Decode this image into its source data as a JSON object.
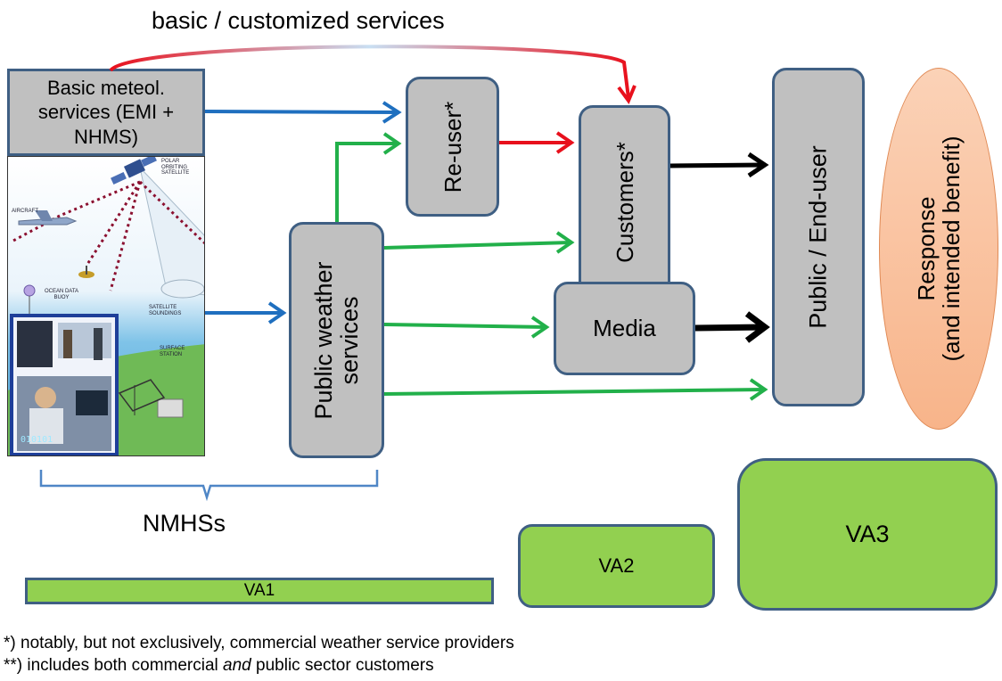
{
  "title": "basic / customized services",
  "boxes": {
    "basic": "Basic meteol. services (EMI + NHMS)",
    "reuser": "Re-user*",
    "customers": "Customers*",
    "public_weather": "Public weather services",
    "media": "Media",
    "public_end_user": "Public / End-user",
    "response_line1": "Response",
    "response_line2": "(and intended benefit)"
  },
  "image_labels": {
    "aircraft": "AIRCRAFT",
    "orbiting": "POLAR ORBITING SATELLITE",
    "buoy": "OCEAN DATA BUOY",
    "soundings": "SATELLITE SOUNDINGS",
    "surface": "SURFACE STATION"
  },
  "nmhs": "NMHSs",
  "va": {
    "va1": "VA1",
    "va2": "VA2",
    "va3": "VA3"
  },
  "footnotes": {
    "fn1": "*)  notably, but not exclusively, commercial weather service providers",
    "fn2_pre": "**) includes both commercial ",
    "fn2_em": "and",
    "fn2_post": " public sector customers"
  },
  "colors": {
    "box_fill": "#c0c0c0",
    "box_border": "#3f5f83",
    "arrow_blue": "#1f6fbf",
    "arrow_green": "#22b04a",
    "arrow_red": "#e8101c",
    "arrow_black": "#000000",
    "va_fill": "#92d050",
    "response_fill": "#f8b48a"
  }
}
